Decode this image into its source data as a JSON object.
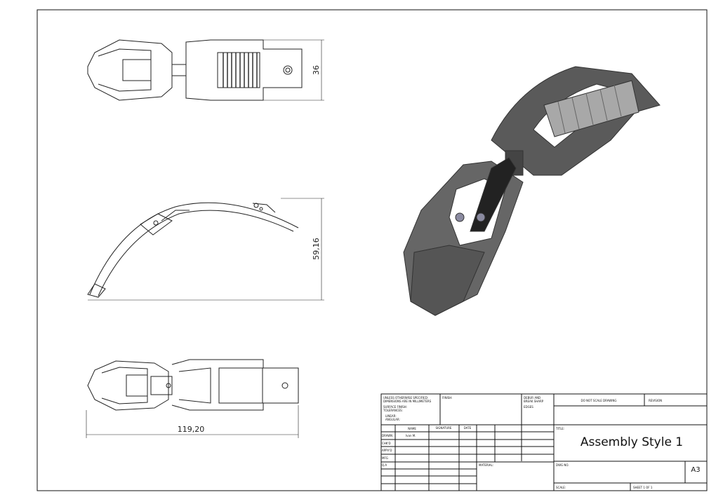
{
  "dimensions": {
    "width_top_view": "36",
    "height_side_view": "59,16",
    "length_bottom_view": "119,20"
  },
  "title_block": {
    "general_notes": [
      "UNLESS OTHERWISE SPECIFIED:",
      "DIMENSIONS ARE IN MILLIMETERS",
      "SURFACE FINISH:",
      "TOLERANCES:",
      "LINEAR:",
      "ANGULAR:"
    ],
    "finish_label": "FINISH:",
    "deburr_label": [
      "DEBUR AND",
      "BREAK SHARP",
      "EDGES"
    ],
    "do_not_scale": "DO NOT SCALE DRAWING",
    "revision_label": "REVISION",
    "headers": {
      "name": "NAME",
      "signature": "SIGNATURE",
      "date": "DATE"
    },
    "rows": [
      {
        "label": "DRAWN",
        "name": "Ivan M."
      },
      {
        "label": "CHK'D",
        "name": ""
      },
      {
        "label": "APPV'D",
        "name": ""
      },
      {
        "label": "MFG",
        "name": ""
      },
      {
        "label": "Q.A",
        "name": ""
      }
    ],
    "material_label": "MATERIAL:",
    "title_label": "TITLE:",
    "title": "Assembly Style 1",
    "dwg_no_label": "DWG NO.",
    "sheet_size": "A3",
    "scale_label": "SCALE:",
    "sheet_label": "SHEET 1 OF 1"
  }
}
